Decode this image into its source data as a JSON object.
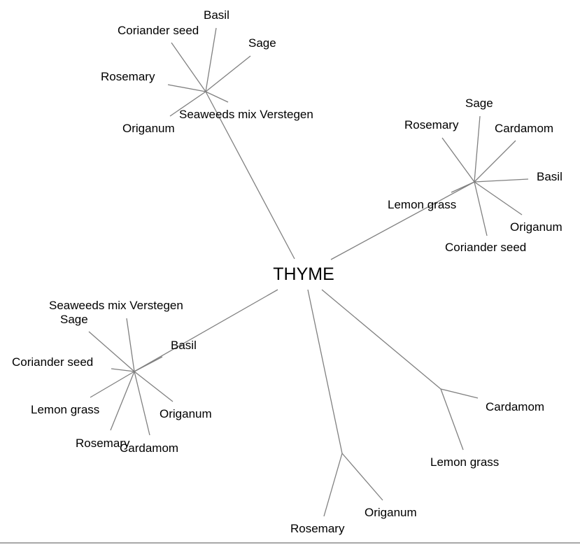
{
  "root": {
    "label": "THYME"
  },
  "clusters": [
    {
      "name": "top",
      "leaves": [
        "Basil",
        "Coriander seed",
        "Sage",
        "Rosemary",
        "Seaweeds mix Verstegen",
        "Origanum"
      ]
    },
    {
      "name": "right",
      "leaves": [
        "Sage",
        "Rosemary",
        "Cardamom",
        "Basil",
        "Lemon grass",
        "Origanum",
        "Coriander seed"
      ]
    },
    {
      "name": "left",
      "leaves": [
        "Seaweeds mix Verstegen",
        "Sage",
        "Basil",
        "Coriander seed",
        "Lemon grass",
        "Origanum",
        "Rosemary",
        "Cardamom"
      ]
    },
    {
      "name": "bottom-right",
      "leaves": [
        "Cardamom",
        "Lemon grass"
      ]
    },
    {
      "name": "bottom",
      "leaves": [
        "Origanum",
        "Rosemary"
      ]
    }
  ],
  "colors": {
    "edge": "#808080",
    "text": "#000000",
    "background": "#ffffff"
  }
}
